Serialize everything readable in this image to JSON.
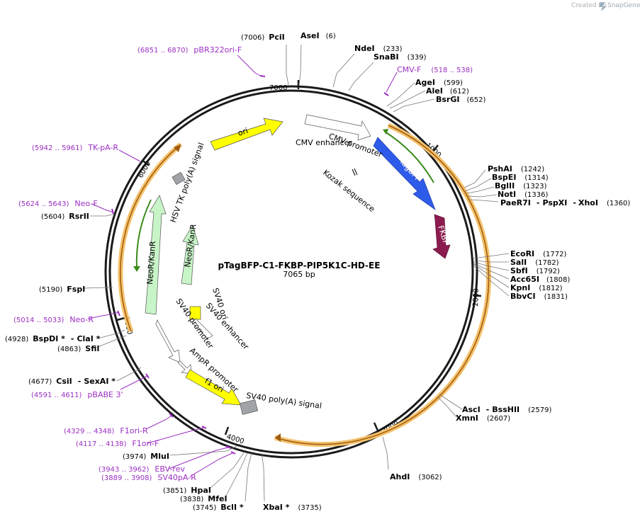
{
  "header": {
    "created_by": "Created by",
    "brand": "SnapGene"
  },
  "plasmid": {
    "name": "pTagBFP-C1-FKBP-PIP5K1C-HD-EE",
    "size_label": "7065 bp"
  },
  "ticks": [
    "1000",
    "2000",
    "3000",
    "4000",
    "5000",
    "6000",
    "7000"
  ],
  "enzymes_top": [
    {
      "pos": "(7006)",
      "name": "PciI"
    },
    {
      "name": "AseI",
      "pos": "(6)"
    },
    {
      "name": "NdeI",
      "pos": "(233)"
    },
    {
      "name": "SnaBI",
      "pos": "(339)"
    }
  ],
  "enzymes_right": [
    {
      "name": "AgeI",
      "pos": "(599)"
    },
    {
      "name": "AleI",
      "pos": "(612)"
    },
    {
      "name": "BsrGI",
      "pos": "(652)"
    },
    {
      "name": "PshAI",
      "pos": "(1242)"
    },
    {
      "name": "BspEI",
      "pos": "(1314)"
    },
    {
      "name": "BglII",
      "pos": "(1323)"
    },
    {
      "name": "NotI",
      "pos": "(1336)"
    },
    {
      "name": "PaeR7I",
      "sep1": "-",
      "name2": "PspXI",
      "sep2": "-",
      "name3": "XhoI",
      "pos": "(1360)"
    },
    {
      "name": "EcoRI",
      "pos": "(1772)"
    },
    {
      "name": "SalI",
      "pos": "(1782)"
    },
    {
      "name": "SbfI",
      "pos": "(1792)"
    },
    {
      "name": "Acc65I",
      "pos": "(1808)"
    },
    {
      "name": "KpnI",
      "pos": "(1812)"
    },
    {
      "name": "BbvCI",
      "pos": "(1831)"
    },
    {
      "name": "AscI",
      "sep1": "-",
      "name2": "BssHII",
      "pos": "(2579)"
    },
    {
      "name": "XmnI",
      "pos": "(2607)"
    },
    {
      "name": "AhdI",
      "pos": "(3062)"
    }
  ],
  "enzymes_bottom": [
    {
      "name": "XbaI *",
      "pos": "(3735)"
    },
    {
      "pos": "(3745)",
      "name": "BclI *"
    },
    {
      "pos": "(3838)",
      "name": "MfeI"
    },
    {
      "pos": "(3851)",
      "name": "HpaI"
    },
    {
      "pos": "(3974)",
      "name": "MluI"
    }
  ],
  "enzymes_left": [
    {
      "pos": "(4677)",
      "name": "CsiI",
      "sep1": "-",
      "name2": "SexAI *"
    },
    {
      "pos": "(4863)",
      "name": "SfiI"
    },
    {
      "pos": "(4928)",
      "name": "BspDI *",
      "sep1": "-",
      "name2": "ClaI *"
    },
    {
      "pos": "(5190)",
      "name": "FspI"
    },
    {
      "pos": "(5604)",
      "name": "RsrII"
    }
  ],
  "primers": [
    {
      "range": "(6851 .. 6870)",
      "name": "pBR322ori-F"
    },
    {
      "name": "CMV-F",
      "range": "(518 .. 538)"
    },
    {
      "range": "(5942 .. 5961)",
      "name": "TK-pA-R"
    },
    {
      "range": "(5624 .. 5643)",
      "name": "Neo-F"
    },
    {
      "range": "(5014 .. 5033)",
      "name": "Neo-R"
    },
    {
      "range": "(4591 .. 4611)",
      "name": "pBABE 3'"
    },
    {
      "range": "(4329 .. 4348)",
      "name": "F1ori-R"
    },
    {
      "range": "(4117 .. 4138)",
      "name": "F1ori-F"
    },
    {
      "range": "(3943 .. 3962)",
      "name": "EBV-rev"
    },
    {
      "range": "(3889 .. 3908)",
      "name": "SV40pA-R"
    }
  ],
  "features": {
    "ori": "ori",
    "cmv_enhancer": "CMV enhancer",
    "cmv_promoter": "CMV promoter",
    "kozak": "Kozak sequence",
    "tagbfp": "TagBFP",
    "fkbp": "FKBP",
    "hsv_tk": "HSV TK poly(A) signal",
    "neokan_outer": "NeoR/KanR",
    "neokan_inner": "NeoR/KanR",
    "sv40_ori": "SV40 ori",
    "sv40_enhancer": "SV40 enhancer",
    "sv40_promoter": "SV40 promoter",
    "ampr_promoter": "AmpR promoter",
    "f1_ori": "f1 ori",
    "sv40_polya": "SV40 poly(A) signal"
  },
  "colors": {
    "backbone": "#1a1a1a",
    "primer": "#9b2fc2",
    "ori": "#ffff00",
    "tagbfp": "#2f5bea",
    "fkbp": "#8c1c4f",
    "neo": "#c8f5c8",
    "orf_highlight": "#f4c26b",
    "orf_line": "#a05a10",
    "orf_green": "#3a8a1a",
    "polya": "#a0a4a8",
    "promoter": "#ffffff"
  }
}
